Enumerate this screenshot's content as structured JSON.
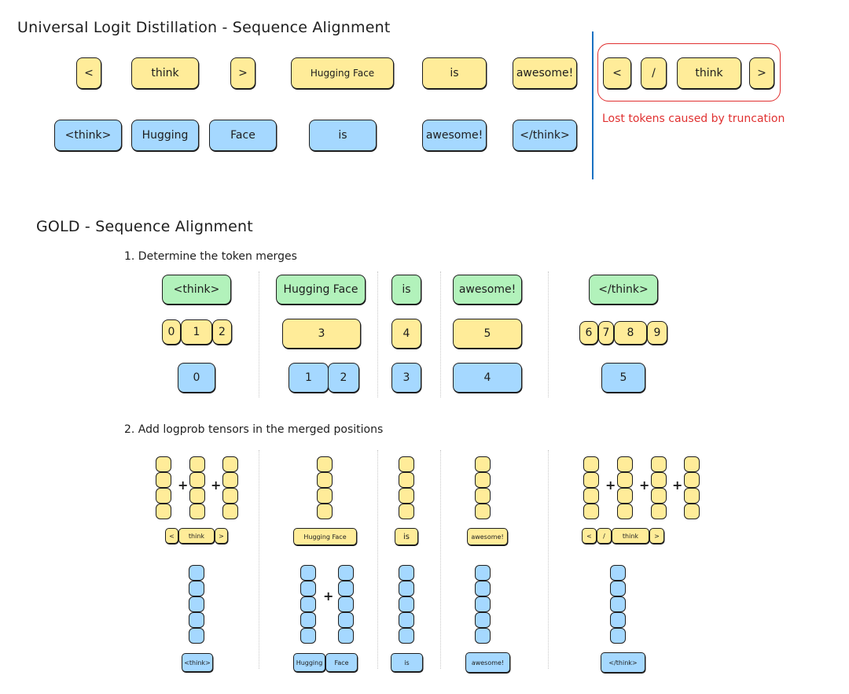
{
  "uld": {
    "title": "Universal Logit Distillation - Sequence Alignment",
    "student_tokens": [
      "<",
      "think",
      ">",
      "Hugging Face",
      "is",
      "awesome!"
    ],
    "teacher_tokens": [
      "<think>",
      "Hugging",
      "Face",
      "is",
      "awesome!",
      "</think>"
    ],
    "lost_tokens": [
      "<",
      "/",
      "think",
      ">"
    ],
    "lost_label": "Lost tokens caused by truncation"
  },
  "gold": {
    "title": "GOLD - Sequence Alignment",
    "step1": {
      "label": "1. Determine the token merges",
      "merged": [
        "<think>",
        "Hugging Face",
        "is",
        "awesome!",
        "</think>"
      ],
      "student_indices": [
        [
          "0",
          "1",
          "2"
        ],
        [
          "3"
        ],
        [
          "4"
        ],
        [
          "5"
        ],
        [
          "6",
          "7",
          "8",
          "9"
        ]
      ],
      "teacher_indices": [
        [
          "0"
        ],
        [
          "1",
          "2"
        ],
        [
          "3"
        ],
        [
          "4"
        ],
        [
          "5"
        ]
      ]
    },
    "step2": {
      "label": "2. Add logprob tensors in the merged positions",
      "plus": "+",
      "student_groups": [
        [
          "<",
          "think",
          ">"
        ],
        [
          "Hugging Face"
        ],
        [
          "is"
        ],
        [
          "awesome!"
        ],
        [
          "<",
          "/",
          "think",
          ">"
        ]
      ],
      "teacher_groups": [
        [
          "<think>"
        ],
        [
          "Hugging",
          "Face"
        ],
        [
          "is"
        ],
        [
          "awesome!"
        ],
        [
          "</think>"
        ]
      ]
    }
  },
  "colors": {
    "student": "#ffec99",
    "teacher": "#a5d8ff",
    "merged": "#b2f2bb",
    "lost": "#e03131",
    "divider": "#1971c2"
  }
}
